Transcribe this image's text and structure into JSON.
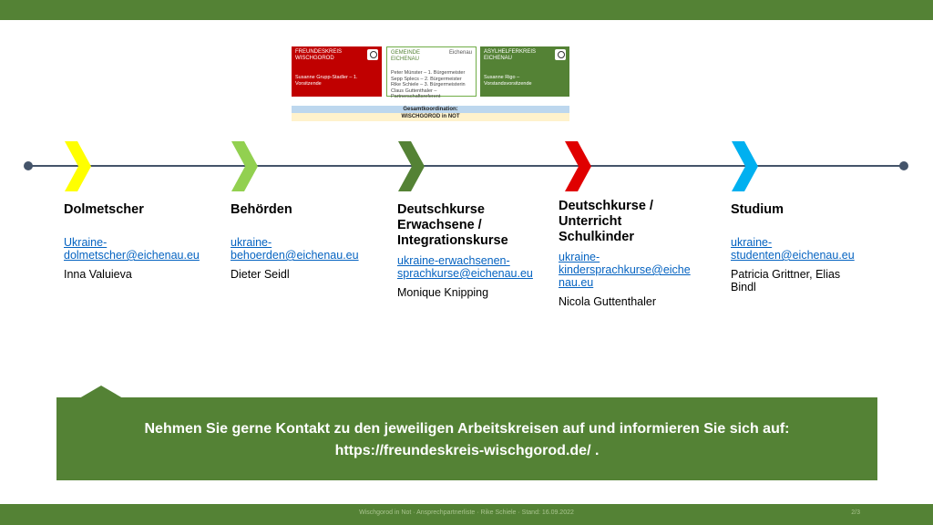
{
  "orgs": {
    "freundeskreis": {
      "title_line1": "FREUNDESKREIS",
      "title_line2": "WISCHGOROD",
      "line1": "Susanne Grupp-Stadler – 1. Vorsitzende"
    },
    "gemeinde": {
      "title_line1": "GEMEINDE",
      "title_line2": "EICHENAU",
      "logo": "Eichenau",
      "line1": "Peter Münster – 1. Bürgermeister",
      "line2": "Sepp Splecs – 2. Bürgermeister",
      "line3": "Rike Schiele – 3. Bürgermeisterin",
      "line4": "Claus Guttenthaler – Partnerschaftsreferent"
    },
    "asylhelferkreis": {
      "title_line1": "ASYLHELFERKREIS",
      "title_line2": "EICHENAU",
      "line1": "Susanne Rigo – Vorstandsvorsitzende"
    },
    "coordination": {
      "line1": "Gesamtkoordination:",
      "line2": "WISCHGOROD in NOT"
    }
  },
  "chevron_colors": {
    "c1": "#ffff00",
    "c2": "#92d050",
    "c3": "#548235",
    "c4": "#e00000",
    "c5": "#00b0f0"
  },
  "columns": [
    {
      "heading_lines": [
        "Dolmetscher"
      ],
      "email_lines": [
        "Ukraine-",
        "dolmetscher@eichenau.eu"
      ],
      "person_lines": [
        "Inna Valuieva"
      ]
    },
    {
      "heading_lines": [
        "Behörden"
      ],
      "email_lines": [
        "ukraine-",
        "behoerden@eichenau.eu"
      ],
      "person_lines": [
        "Dieter Seidl"
      ]
    },
    {
      "heading_lines": [
        "Deutschkurse",
        "Erwachsene /",
        "Integrationskurse"
      ],
      "email_lines": [
        "ukraine-erwachsenen-",
        "sprachkurse@eichenau.eu"
      ],
      "person_lines": [
        "Monique Knipping"
      ]
    },
    {
      "heading_lines": [
        "Deutschkurse /",
        "Unterricht",
        "Schulkinder"
      ],
      "email_lines": [
        "ukraine-",
        "kindersprachkurse@eiche",
        "nau.eu"
      ],
      "person_lines": [
        "Nicola Guttenthaler"
      ]
    },
    {
      "heading_lines": [
        "Studium"
      ],
      "email_lines": [
        "ukraine-",
        "studenten@eichenau.eu"
      ],
      "person_lines": [
        "Patricia Grittner, Elias",
        "Bindl"
      ]
    }
  ],
  "callout": {
    "line1": "Nehmen Sie gerne Kontakt zu den jeweiligen Arbeitskreisen auf und informieren Sie sich auf:",
    "line2": "https://freundeskreis-wischgorod.de/ ."
  },
  "footer": {
    "text": "Wischgorod in Not · Ansprechpartnerliste · Rike Schiele · Stand: 16.09.2022",
    "page": "2/3"
  }
}
